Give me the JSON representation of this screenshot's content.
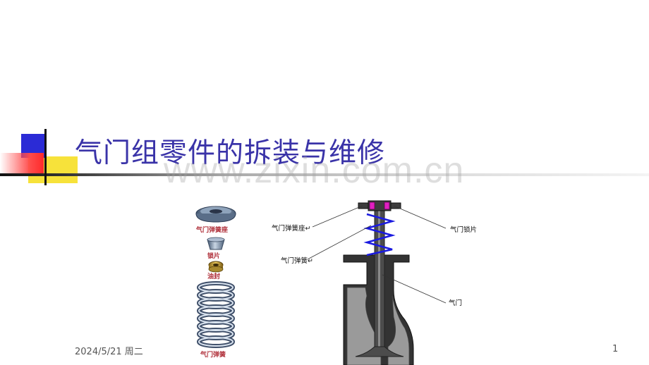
{
  "slide": {
    "title": "气门组零件的拆装与维修",
    "watermark": "www.zixin.com.cn",
    "date": "2024/5/21 周二",
    "page_number": "1"
  },
  "parts_figure": {
    "labels": {
      "spring_seat": "气门弹簧座",
      "lock_piece": "锁片",
      "oil_seal": "油封",
      "spring": "气门弹簧"
    }
  },
  "valve_diagram": {
    "callouts": {
      "spring_seat": "气门弹簧座↵",
      "lock_piece": "气门锁片",
      "spring": "气门弹簧↵",
      "valve": "气门"
    }
  },
  "colors": {
    "title": "#3a33a8",
    "ornament_blue": "#2b2bd6",
    "ornament_yellow": "#f7e23a",
    "ornament_red": "#ff2a2a",
    "spring_blue": "#1a1ae0",
    "lock_magenta": "#e020c0"
  }
}
